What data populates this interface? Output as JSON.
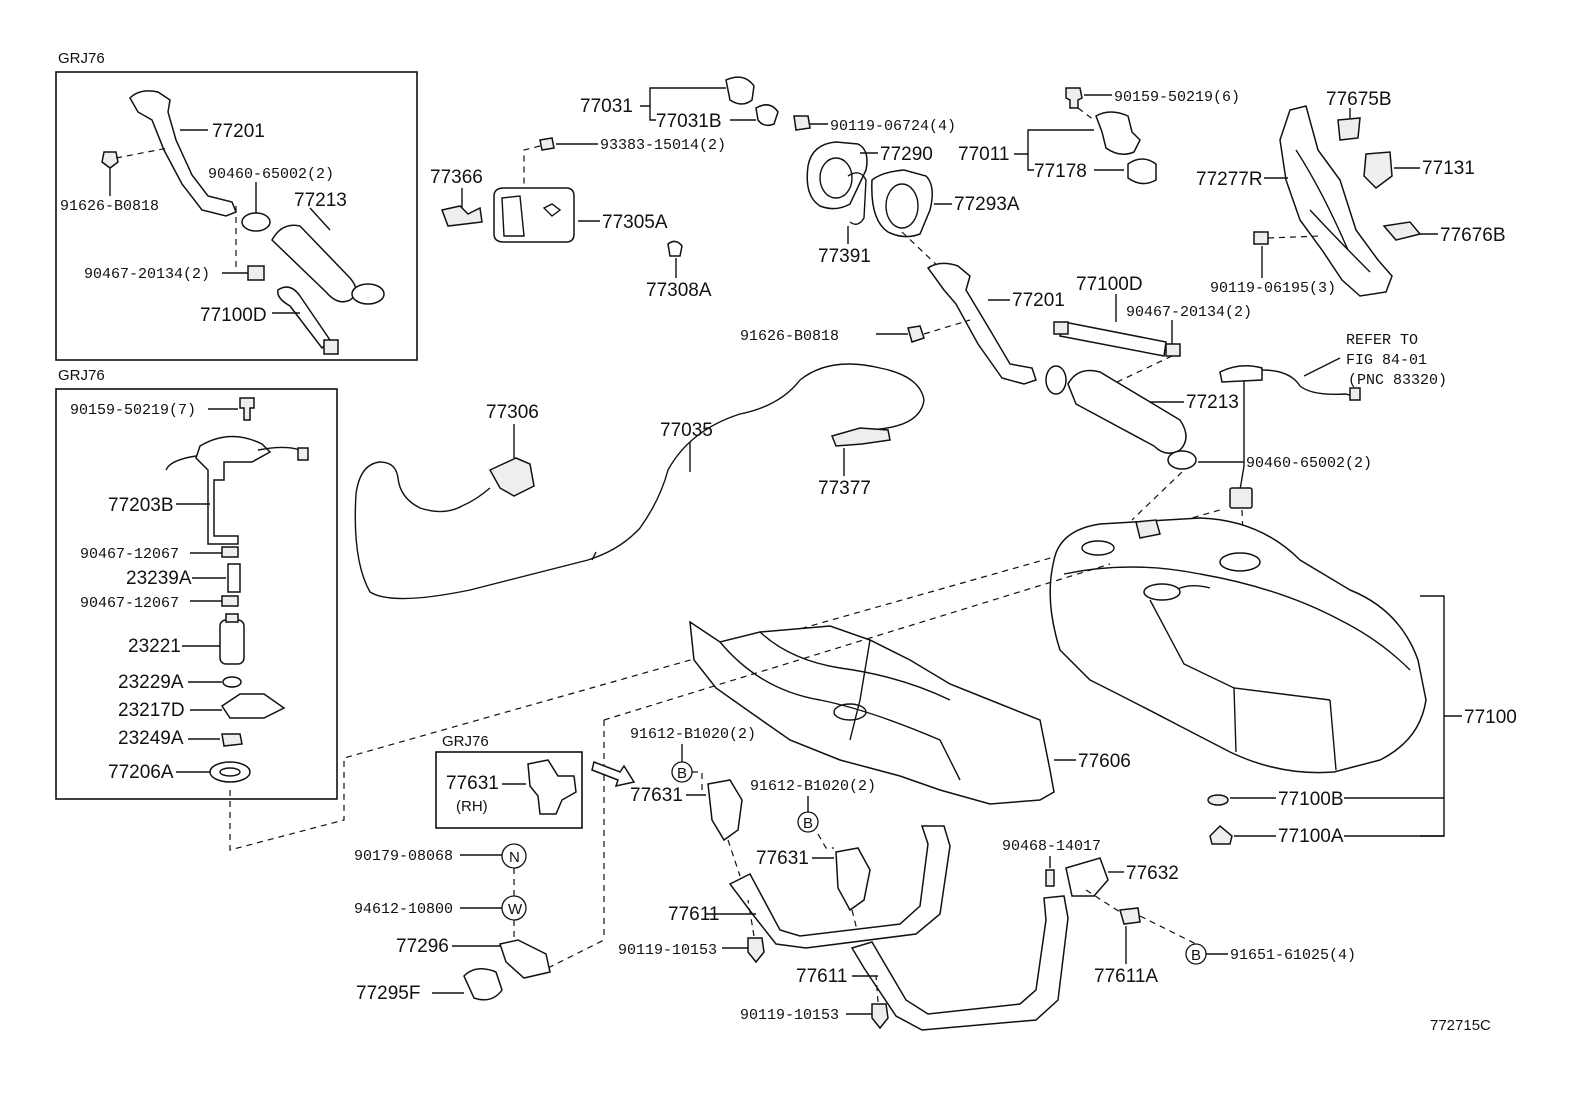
{
  "model_tags": {
    "top_left": "GRJ76",
    "mid_left": "GRJ76",
    "bracket_box": "GRJ76"
  },
  "figure_code": "772715C",
  "refer_note": {
    "line1": "REFER TO",
    "line2": "FIG 84-01",
    "line3": "(PNC 83320)"
  },
  "letter_marks": {
    "b": "B",
    "n": "N",
    "w": "W"
  },
  "labels": {
    "p77201_tl": "77201",
    "p91626_tl": "91626-B0818",
    "p90460_tl": "90460-65002(2)",
    "p77213_tl": "77213",
    "p90467_tl": "90467-20134(2)",
    "p77100D_tl": "77100D",
    "p90159_7": "90159-50219(7)",
    "p77203B": "77203B",
    "p90467_12067a": "90467-12067",
    "p23239A": "23239A",
    "p90467_12067b": "90467-12067",
    "p23221": "23221",
    "p23229A": "23229A",
    "p23217D": "23217D",
    "p23249A": "23249A",
    "p77206A": "77206A",
    "p77031": "77031",
    "p77031B": "77031B",
    "p93383": "93383-15014(2)",
    "p77366": "77366",
    "p77305A": "77305A",
    "p77308A": "77308A",
    "p90119_06724": "90119-06724(4)",
    "p77290": "77290",
    "p77293A": "77293A",
    "p77391": "77391",
    "p90159_6": "90159-50219(6)",
    "p77011": "77011",
    "p77178": "77178",
    "p77675B": "77675B",
    "p77131": "77131",
    "p77277R": "77277R",
    "p77676B": "77676B",
    "p90119_06195": "90119-06195(3)",
    "p77201": "77201",
    "p91626": "91626-B0818",
    "p77100D": "77100D",
    "p90467_20134": "90467-20134(2)",
    "p77213": "77213",
    "p90460": "90460-65002(2)",
    "p77306": "77306",
    "p77035": "77035",
    "p77377": "77377",
    "p77100": "77100",
    "p77100B": "77100B",
    "p77100A": "77100A",
    "p77606": "77606",
    "p91612_a": "91612-B1020(2)",
    "p77631_a": "77631",
    "p91612_b": "91612-B1020(2)",
    "p77631_b": "77631",
    "p77631_rh": "77631",
    "rh": "(RH)",
    "p90179": "90179-08068",
    "p94612": "94612-10800",
    "p77296": "77296",
    "p77295F": "77295F",
    "p77611_a": "77611",
    "p90119_10153_a": "90119-10153",
    "p77611_b": "77611",
    "p90119_10153_b": "90119-10153",
    "p90468": "90468-14017",
    "p77632": "77632",
    "p77611A": "77611A",
    "p91651": "91651-61025(4)"
  }
}
